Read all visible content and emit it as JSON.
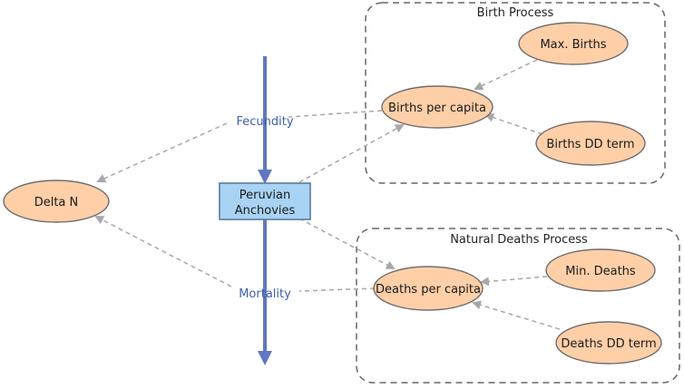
{
  "groups": {
    "birth_process": "Birth Process",
    "natural_deaths_process": "Natural Deaths Process"
  },
  "nodes": {
    "max_births": "Max. Births",
    "births_per_capita": "Births per capita",
    "births_dd_term": "Births DD term",
    "delta_n": "Delta N",
    "min_deaths": "Min. Deaths",
    "deaths_per_capita": "Deaths per capita",
    "deaths_dd_term": "Deaths DD term"
  },
  "stock": {
    "line1": "Peruvian",
    "line2": "Anchovies"
  },
  "flows": {
    "fecundity": "Fecundity",
    "mortality": "Mortality"
  },
  "colors": {
    "ellipse_fill": "#ffcfa8",
    "stock_fill": "#a9d3f3",
    "flow": "#6078c0",
    "link": "#a8a8a8"
  }
}
